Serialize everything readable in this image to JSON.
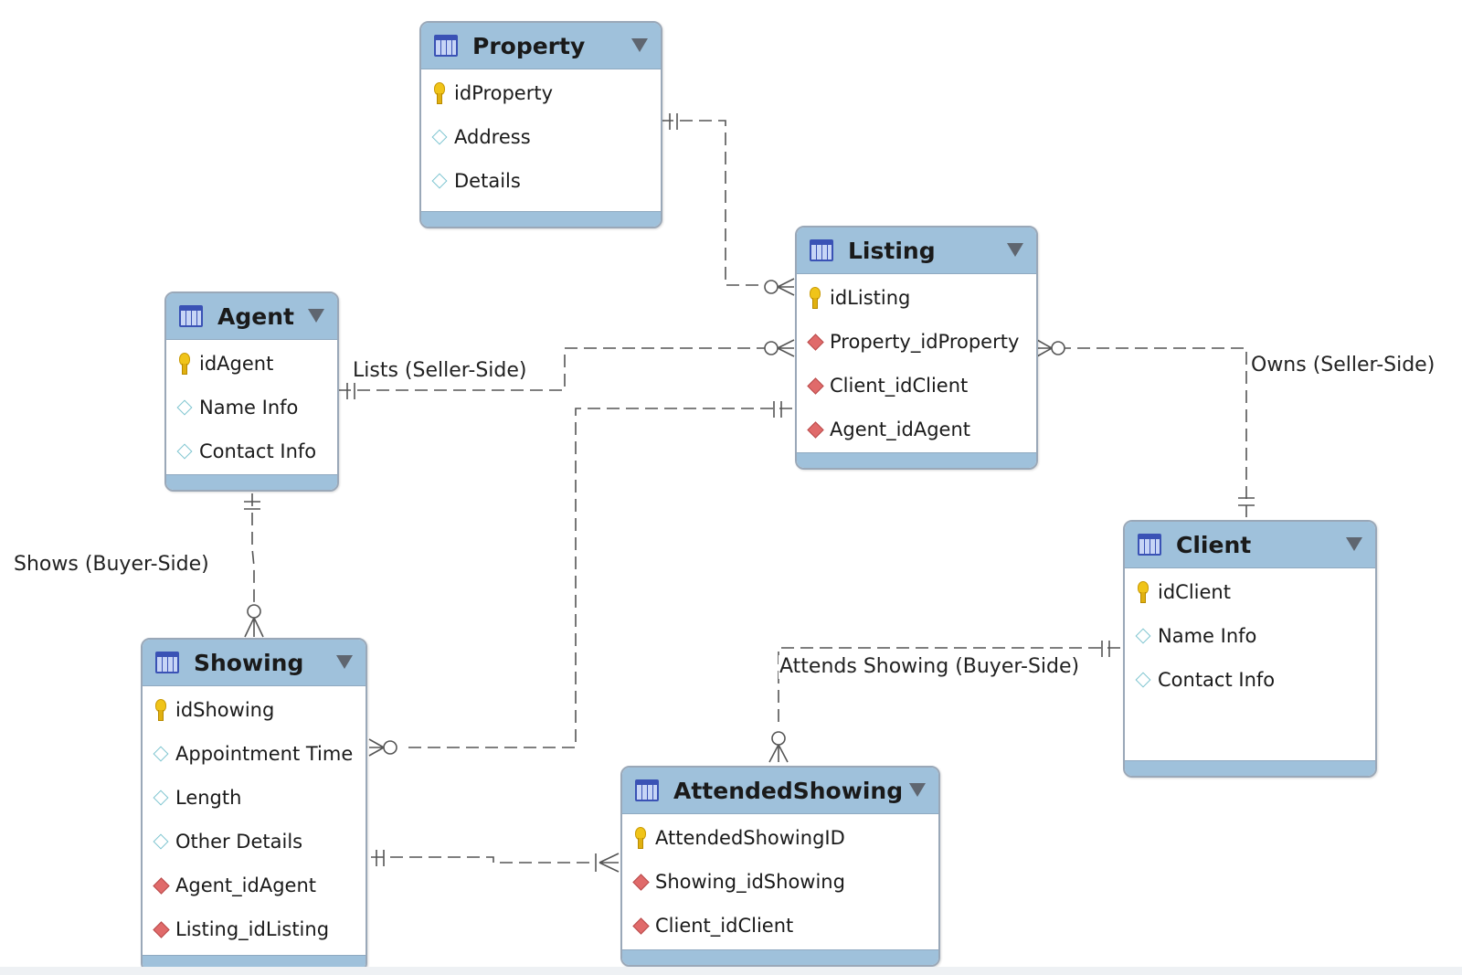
{
  "entities": {
    "property": {
      "title": "Property",
      "attributes": [
        {
          "name": "idProperty",
          "kind": "primary-key"
        },
        {
          "name": "Address",
          "kind": "column"
        },
        {
          "name": "Details",
          "kind": "column"
        }
      ]
    },
    "listing": {
      "title": "Listing",
      "attributes": [
        {
          "name": "idListing",
          "kind": "primary-key"
        },
        {
          "name": "Property_idProperty",
          "kind": "foreign-key"
        },
        {
          "name": "Client_idClient",
          "kind": "foreign-key"
        },
        {
          "name": "Agent_idAgent",
          "kind": "foreign-key"
        }
      ]
    },
    "agent": {
      "title": "Agent",
      "attributes": [
        {
          "name": "idAgent",
          "kind": "primary-key"
        },
        {
          "name": "Name Info",
          "kind": "column"
        },
        {
          "name": "Contact Info",
          "kind": "column"
        }
      ]
    },
    "client": {
      "title": "Client",
      "attributes": [
        {
          "name": "idClient",
          "kind": "primary-key"
        },
        {
          "name": "Name Info",
          "kind": "column"
        },
        {
          "name": "Contact Info",
          "kind": "column"
        }
      ]
    },
    "showing": {
      "title": "Showing",
      "attributes": [
        {
          "name": "idShowing",
          "kind": "primary-key"
        },
        {
          "name": "Appointment Time",
          "kind": "column"
        },
        {
          "name": "Length",
          "kind": "column"
        },
        {
          "name": "Other Details",
          "kind": "column"
        },
        {
          "name": "Agent_idAgent",
          "kind": "foreign-key"
        },
        {
          "name": "Listing_idListing",
          "kind": "foreign-key"
        }
      ]
    },
    "attendedshowing": {
      "title": "AttendedShowing",
      "attributes": [
        {
          "name": "AttendedShowingID",
          "kind": "primary-key"
        },
        {
          "name": "Showing_idShowing",
          "kind": "foreign-key"
        },
        {
          "name": "Client_idClient",
          "kind": "foreign-key"
        }
      ]
    }
  },
  "relationships": {
    "lists": {
      "label": "Lists (Seller-Side)",
      "from": "Agent",
      "to": "Listing",
      "from_cardinality": "one-and-only-one",
      "to_cardinality": "zero-or-many"
    },
    "owns": {
      "label": "Owns (Seller-Side)",
      "from": "Client",
      "to": "Listing",
      "from_cardinality": "one-and-only-one",
      "to_cardinality": "zero-or-many"
    },
    "shows": {
      "label": "Shows (Buyer-Side)",
      "from": "Agent",
      "to": "Showing",
      "from_cardinality": "one-and-only-one",
      "to_cardinality": "zero-or-many"
    },
    "attends": {
      "label": "Attends Showing (Buyer-Side)",
      "from": "Client",
      "to": "AttendedShowing",
      "from_cardinality": "one-and-only-one",
      "to_cardinality": "zero-or-many"
    },
    "property_listing": {
      "label": "",
      "from": "Property",
      "to": "Listing",
      "from_cardinality": "one-and-only-one",
      "to_cardinality": "zero-or-many"
    },
    "listing_showing": {
      "label": "",
      "from": "Listing",
      "to": "Showing",
      "from_cardinality": "one-and-only-one",
      "to_cardinality": "zero-or-many"
    },
    "showing_attended": {
      "label": "",
      "from": "Showing",
      "to": "AttendedShowing",
      "from_cardinality": "one-and-only-one",
      "to_cardinality": "one-or-many"
    }
  },
  "colors": {
    "header": "#9fc1db",
    "border": "#9aa8b8",
    "connector": "#555555",
    "foreign_key": "#e06a6a",
    "primary_key": "#f0c419"
  }
}
